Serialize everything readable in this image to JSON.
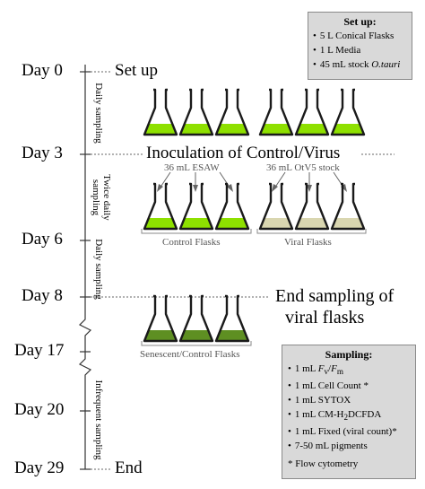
{
  "timeline": {
    "days": [
      {
        "key": "d0",
        "label": "Day 0"
      },
      {
        "key": "d3",
        "label": "Day 3"
      },
      {
        "key": "d6",
        "label": "Day 6"
      },
      {
        "key": "d8",
        "label": "Day 8"
      },
      {
        "key": "d17",
        "label": "Day 17"
      },
      {
        "key": "d20",
        "label": "Day 20"
      },
      {
        "key": "d29",
        "label": "Day 29"
      }
    ],
    "events": {
      "setup": "Set up",
      "inoculation": "Inoculation of Control/Virus",
      "end_sampling_line1": "End sampling of",
      "end_sampling_line2": "viral flasks",
      "end": "End"
    },
    "periods": {
      "p1": "Daily sampling",
      "p2_line1": "Twice daily",
      "p2_line2": "sampling",
      "p3": "Daily sampling",
      "p4": "Infrequent sampling"
    }
  },
  "setup_box": {
    "title": "Set up:",
    "items": [
      "5 L Conical Flasks",
      "1 L Media"
    ],
    "stock_prefix": "45 mL stock ",
    "stock_species": "O.tauri"
  },
  "inoculation": {
    "control_addition": "36 mL ESAW",
    "viral_addition": "36 mL OtV5 stock"
  },
  "groups": {
    "control": "Control Flasks",
    "viral": "Viral Flasks",
    "senescent": "Senescent/Control Flasks"
  },
  "sampling_box": {
    "title": "Sampling:",
    "item1_prefix": "1 mL ",
    "item1_fv": "F",
    "item1_fv_sub": "v",
    "item1_slash": "/",
    "item1_fm": "F",
    "item1_fm_sub": "m",
    "item2": "1 mL Cell Count *",
    "item3": "1 mL SYTOX",
    "item4_prefix": "1 mL CM-H",
    "item4_sub": "2",
    "item4_suffix": "DCFDA",
    "item5": "1 mL Fixed (viral count)*",
    "item6": "7-50 mL pigments",
    "footnote": "* Flow cytometry"
  },
  "colors": {
    "bright_green": "#8ee000",
    "pale_olive": "#d9d6b0",
    "senescent_green": "#5e8f22"
  }
}
